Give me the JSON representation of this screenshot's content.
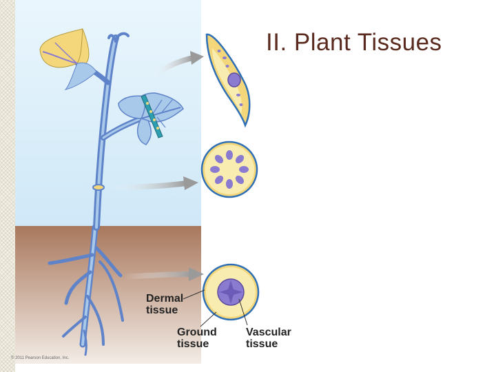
{
  "slide": {
    "title": "II. Plant Tissues"
  },
  "labels": {
    "dermal_line1": "Dermal",
    "dermal_line2": "tissue",
    "ground_line1": "Ground",
    "ground_line2": "tissue",
    "vascular_line1": "Vascular",
    "vascular_line2": "tissue"
  },
  "copyright": "© 2011 Pearson Education, Inc.",
  "colors": {
    "title": "#5a2a1e",
    "sky": "#dff0fa",
    "soil": "#9b6b52",
    "dermal": "#f4d77a",
    "ground": "#f9ecb0",
    "vascular": "#8a7ad0",
    "plant": "#5f83c9",
    "leaf": "#a8c9ea"
  }
}
